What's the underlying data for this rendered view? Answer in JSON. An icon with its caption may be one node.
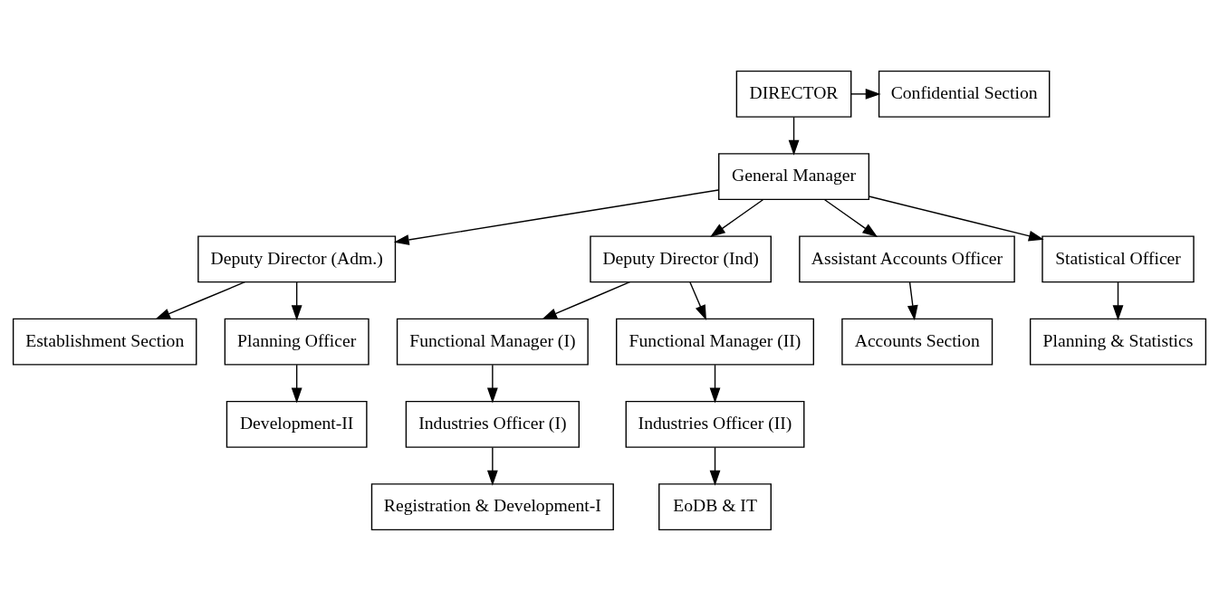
{
  "diagram": {
    "nodes": [
      {
        "text": [
          "DIRECTOR"
        ]
      },
      {
        "text": [
          "Confidential Section"
        ]
      },
      {
        "text": [
          "General Manager"
        ]
      },
      {
        "text": [
          "Deputy Director (Adm.)"
        ]
      },
      {
        "text": [
          "Deputy Director (Ind)"
        ]
      },
      {
        "text": [
          "Assistant Accounts Officer"
        ]
      },
      {
        "text": [
          "Statistical Officer"
        ]
      },
      {
        "text": [
          "Establishment Section"
        ]
      },
      {
        "text": [
          "Planning Officer"
        ]
      },
      {
        "text": [
          "Functional Manager (I)"
        ]
      },
      {
        "text": [
          "Functional Manager (II)"
        ]
      },
      {
        "text": [
          "Accounts Section"
        ]
      },
      {
        "text": [
          "Planning & Statistics"
        ]
      },
      {
        "text": [
          "Industries Officer (I)"
        ]
      },
      {
        "text": [
          "Industries Officer (II)"
        ]
      },
      {
        "text": [
          "Development-II"
        ]
      },
      {
        "text": [
          "Registration & Development-I"
        ]
      },
      {
        "text": [
          "EoDB & IT"
        ]
      }
    ],
    "edges": [
      {
        "from": 0,
        "to": 1,
        "arrow": "to"
      },
      {
        "from": 0,
        "to": 2,
        "arrow": "to"
      },
      {
        "from": 2,
        "to": 3,
        "arrow": "to"
      },
      {
        "from": 2,
        "to": 4,
        "arrow": "to"
      },
      {
        "from": 2,
        "to": 5,
        "arrow": "to"
      },
      {
        "from": 2,
        "to": 6,
        "arrow": "to"
      },
      {
        "from": 3,
        "to": 7,
        "arrow": "to"
      },
      {
        "from": 3,
        "to": 8,
        "arrow": "to"
      },
      {
        "from": 4,
        "to": 9,
        "arrow": "to"
      },
      {
        "from": 4,
        "to": 10,
        "arrow": "to"
      },
      {
        "from": 5,
        "to": 11,
        "arrow": "to"
      },
      {
        "from": 6,
        "to": 12,
        "arrow": "to"
      },
      {
        "from": 9,
        "to": 13,
        "arrow": "to"
      },
      {
        "from": 10,
        "to": 14,
        "arrow": "to"
      },
      {
        "from": 8,
        "to": 15,
        "arrow": "to"
      },
      {
        "from": 13,
        "to": 16,
        "arrow": "to"
      },
      {
        "from": 14,
        "to": 17,
        "arrow": "to"
      }
    ]
  }
}
